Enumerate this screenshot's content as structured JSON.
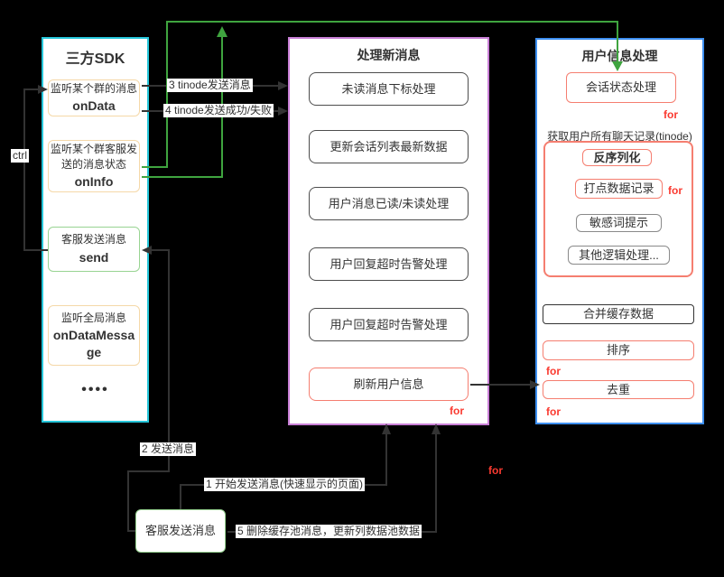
{
  "diagram": {
    "left_column": {
      "title": "三方SDK",
      "nodes": [
        {
          "label": "监听某个群的消息",
          "code": "onData"
        },
        {
          "label": "监听某个群客服发送的消息状态",
          "code": "onInfo"
        },
        {
          "label": "客服发送消息",
          "code": "send"
        },
        {
          "label": "监听全局消息",
          "code": "onDataMessage"
        }
      ],
      "ellipsis": "••••"
    },
    "middle_column": {
      "title": "处理新消息",
      "nodes": [
        "未读消息下标处理",
        "更新会话列表最新数据",
        "用户消息已读/未读处理",
        "用户回复超时告警处理",
        "用户回复超时告警处理",
        "刷新用户信息"
      ]
    },
    "right_column": {
      "title": "用户信息处理",
      "session_node": "会话状态处理",
      "group_label": "获取用户所有聊天记录(tinode)",
      "group_nodes": [
        "反序列化",
        "打点数据记录",
        "敏感词提示",
        "其他逻辑处理..."
      ],
      "merge_node": "合并缓存数据",
      "sort_node": "排序",
      "dedup_node": "去重"
    },
    "bottom_node": "客服发送消息",
    "edge_labels": {
      "ctrl": "ctrl",
      "step1": "1 开始发送消息(快速显示的页面)",
      "step2": "2 发送消息",
      "step3": "3 tinode发送消息",
      "step4": "4 tinode发送成功/失败",
      "step5": "5 删除缓存池消息，更新列数据池数据"
    },
    "for_label": "for",
    "colors": {
      "left_border": "#26c6da",
      "middle_border": "#c97fd6",
      "right_border": "#3d8ff0",
      "orange_node_border": "#f5d8a8",
      "green_node_border": "#98d492",
      "red_node_border": "#f57e70",
      "green_arrow": "#3fa43f",
      "dark_line": "#333333",
      "for_text": "#fa3a30"
    }
  }
}
